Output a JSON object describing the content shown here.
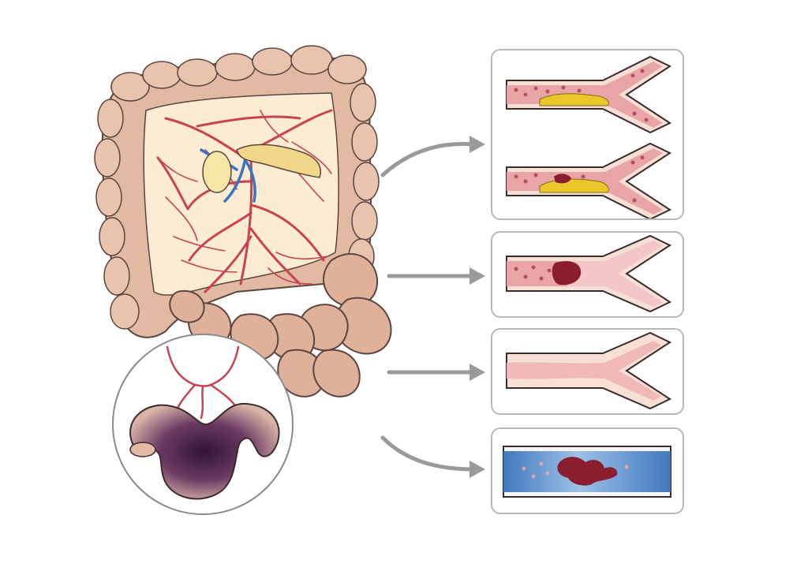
{
  "figure": {
    "background": "#ffffff",
    "colors": {
      "colon_fill": "#e2b9a2",
      "colon_outline": "#5b4540",
      "mesentery": "#fcecd4",
      "artery": "#c9434f",
      "vein": "#3a72c4",
      "pancreas": "#f1d78a",
      "vessel_wall": "#f6e0d6",
      "vessel_lumen": "#e9a4a8",
      "plaque": "#e9c62a",
      "clot": "#8a1d2e",
      "venous_blood": "#4f86c8",
      "ischemic_bowel": "#4a2446",
      "arrow": "#9a9a9a",
      "panel_border": "#b8b8b8"
    },
    "panels": [
      {
        "id": "embolic-occlusion",
        "scenes": [
          "plaque",
          "plaque-with-clot"
        ]
      },
      {
        "id": "arterial-thrombus",
        "scenes": [
          "clot"
        ]
      },
      {
        "id": "nonocclusive-narrowing",
        "scenes": [
          "narrowed"
        ]
      },
      {
        "id": "venous-thrombosis",
        "scenes": [
          "venous-clot"
        ]
      }
    ],
    "icons": [
      "arrow-icon",
      "colon-icon",
      "mesenteric-artery-icon",
      "small-bowel-icon",
      "ischemic-loop-icon",
      "blood-vessel-icon",
      "clot-icon",
      "plaque-icon"
    ]
  }
}
